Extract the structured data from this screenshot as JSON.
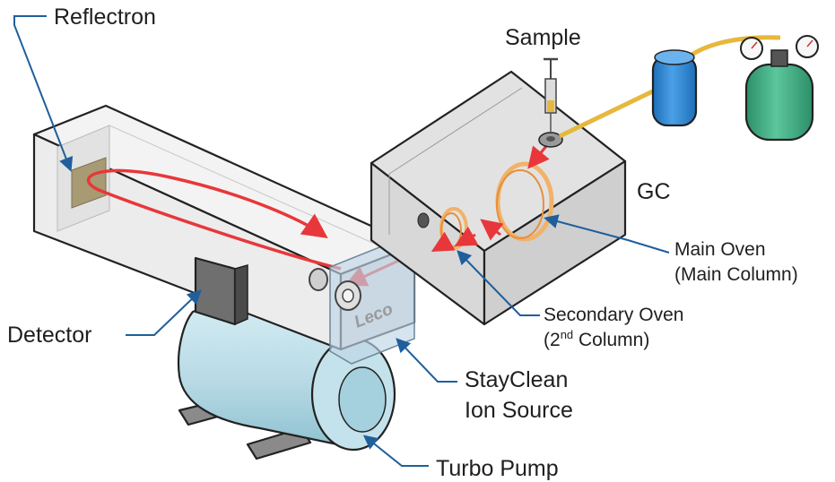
{
  "labels": {
    "reflectron": "Reflectron",
    "sample": "Sample",
    "gc": "GC",
    "main_oven_line1": "Main Oven",
    "main_oven_line2": "(Main Column)",
    "secondary_oven_line1": "Secondary Oven",
    "secondary_oven_line2_pre": "(2",
    "secondary_oven_line2_sup": "nd",
    "secondary_oven_line2_post": " Column)",
    "detector": "Detector",
    "ion_source_line1": "StayClean",
    "ion_source_line2": "Ion Source",
    "turbo_pump": "Turbo Pump",
    "logo": "Leco"
  },
  "colors": {
    "ion_path": "#e8373a",
    "leader_lines": "#1f5f9c",
    "turbo_pump": "#b9dbe6",
    "gas_cylinder": "#3fae84",
    "filter": "#2e86d4",
    "gas_line": "#e6b83c",
    "column_coil": "#f1b26a"
  }
}
